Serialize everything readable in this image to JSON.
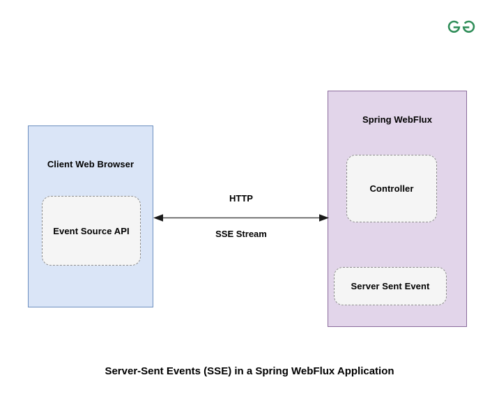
{
  "brand": {
    "logo_icon": "geeksforgeeks-logo-icon",
    "logo_color": "#2f8d58"
  },
  "diagram": {
    "type": "architecture-flow",
    "background_color": "#ffffff",
    "client_zone": {
      "title": "Client Web Browser",
      "fill_color": "#dae5f7",
      "border_color": "#6c8ebf",
      "nodes": [
        {
          "label": "Event Source API",
          "fill_color": "#f5f5f5",
          "border_color": "#8c8c8c"
        }
      ]
    },
    "server_zone": {
      "title": "Spring WebFlux",
      "fill_color": "#e2d5ea",
      "border_color": "#8a6a9b",
      "nodes": [
        {
          "label": "Controller",
          "fill_color": "#f5f5f5",
          "border_color": "#8c8c8c"
        },
        {
          "label": "Server Sent Event",
          "fill_color": "#f5f5f5",
          "border_color": "#8c8c8c"
        }
      ]
    },
    "connector": {
      "icon": "double-headed-arrow-icon",
      "label_top": "HTTP",
      "label_bottom": "SSE Stream",
      "color": "#4d4d4d",
      "direction": "bidirectional"
    }
  },
  "caption": {
    "text": "Server-Sent Events (SSE) in a Spring WebFlux Application"
  }
}
